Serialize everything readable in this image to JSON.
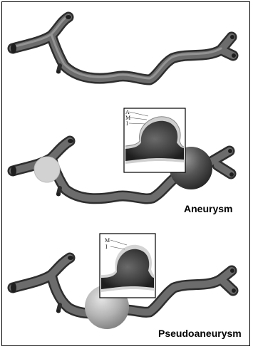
{
  "labels": {
    "aneurysm": "Aneurysm",
    "pseudoaneurysm": "Pseudoaneurysm"
  },
  "inset_aneurysm_layers": [
    "A",
    "M",
    "I"
  ],
  "inset_pseudo_layers": [
    "M",
    "I"
  ],
  "colors": {
    "vessel_dark": "#3c3c3c",
    "vessel_light": "#8a8a8a",
    "sac_pseudo": "#b8b8b8",
    "occluded_patch": "#d2d2d2"
  }
}
